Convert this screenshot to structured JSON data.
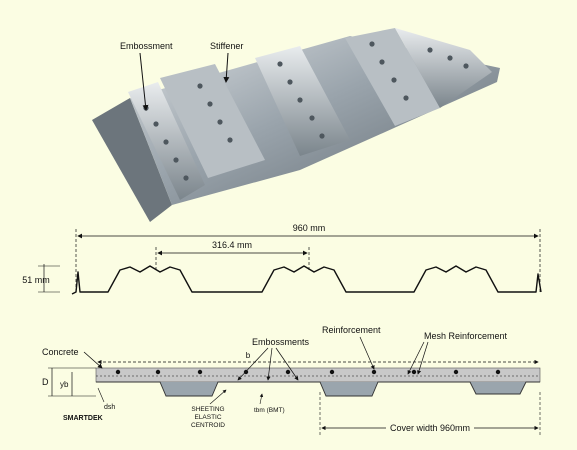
{
  "photo": {
    "embossment_label": "Embossment",
    "stiffener_label": "Stiffener"
  },
  "profile": {
    "width_dim": "960 mm",
    "pitch_dim": "316.4 mm",
    "depth_dim": "51 mm"
  },
  "section": {
    "concrete_label": "Concrete",
    "b_label": "b",
    "embossments_label": "Embossments",
    "reinforcement_label": "Reinforcement",
    "mesh_label": "Mesh Reinforcement",
    "d_label": "D",
    "yb_label": "yb",
    "dsh_label": "dsh",
    "brand_label": "SMARTDEK",
    "centroid_line1": "SHEETING",
    "centroid_line2": "ELASTIC",
    "centroid_line3": "CENTROID",
    "tbm_label": "tbm (BMT)",
    "cover_label": "Cover width 960mm"
  },
  "colors": {
    "background": "#fbfde3",
    "concrete": "#c8c8c8",
    "steel": "#9aa5ad",
    "line": "#111111"
  }
}
